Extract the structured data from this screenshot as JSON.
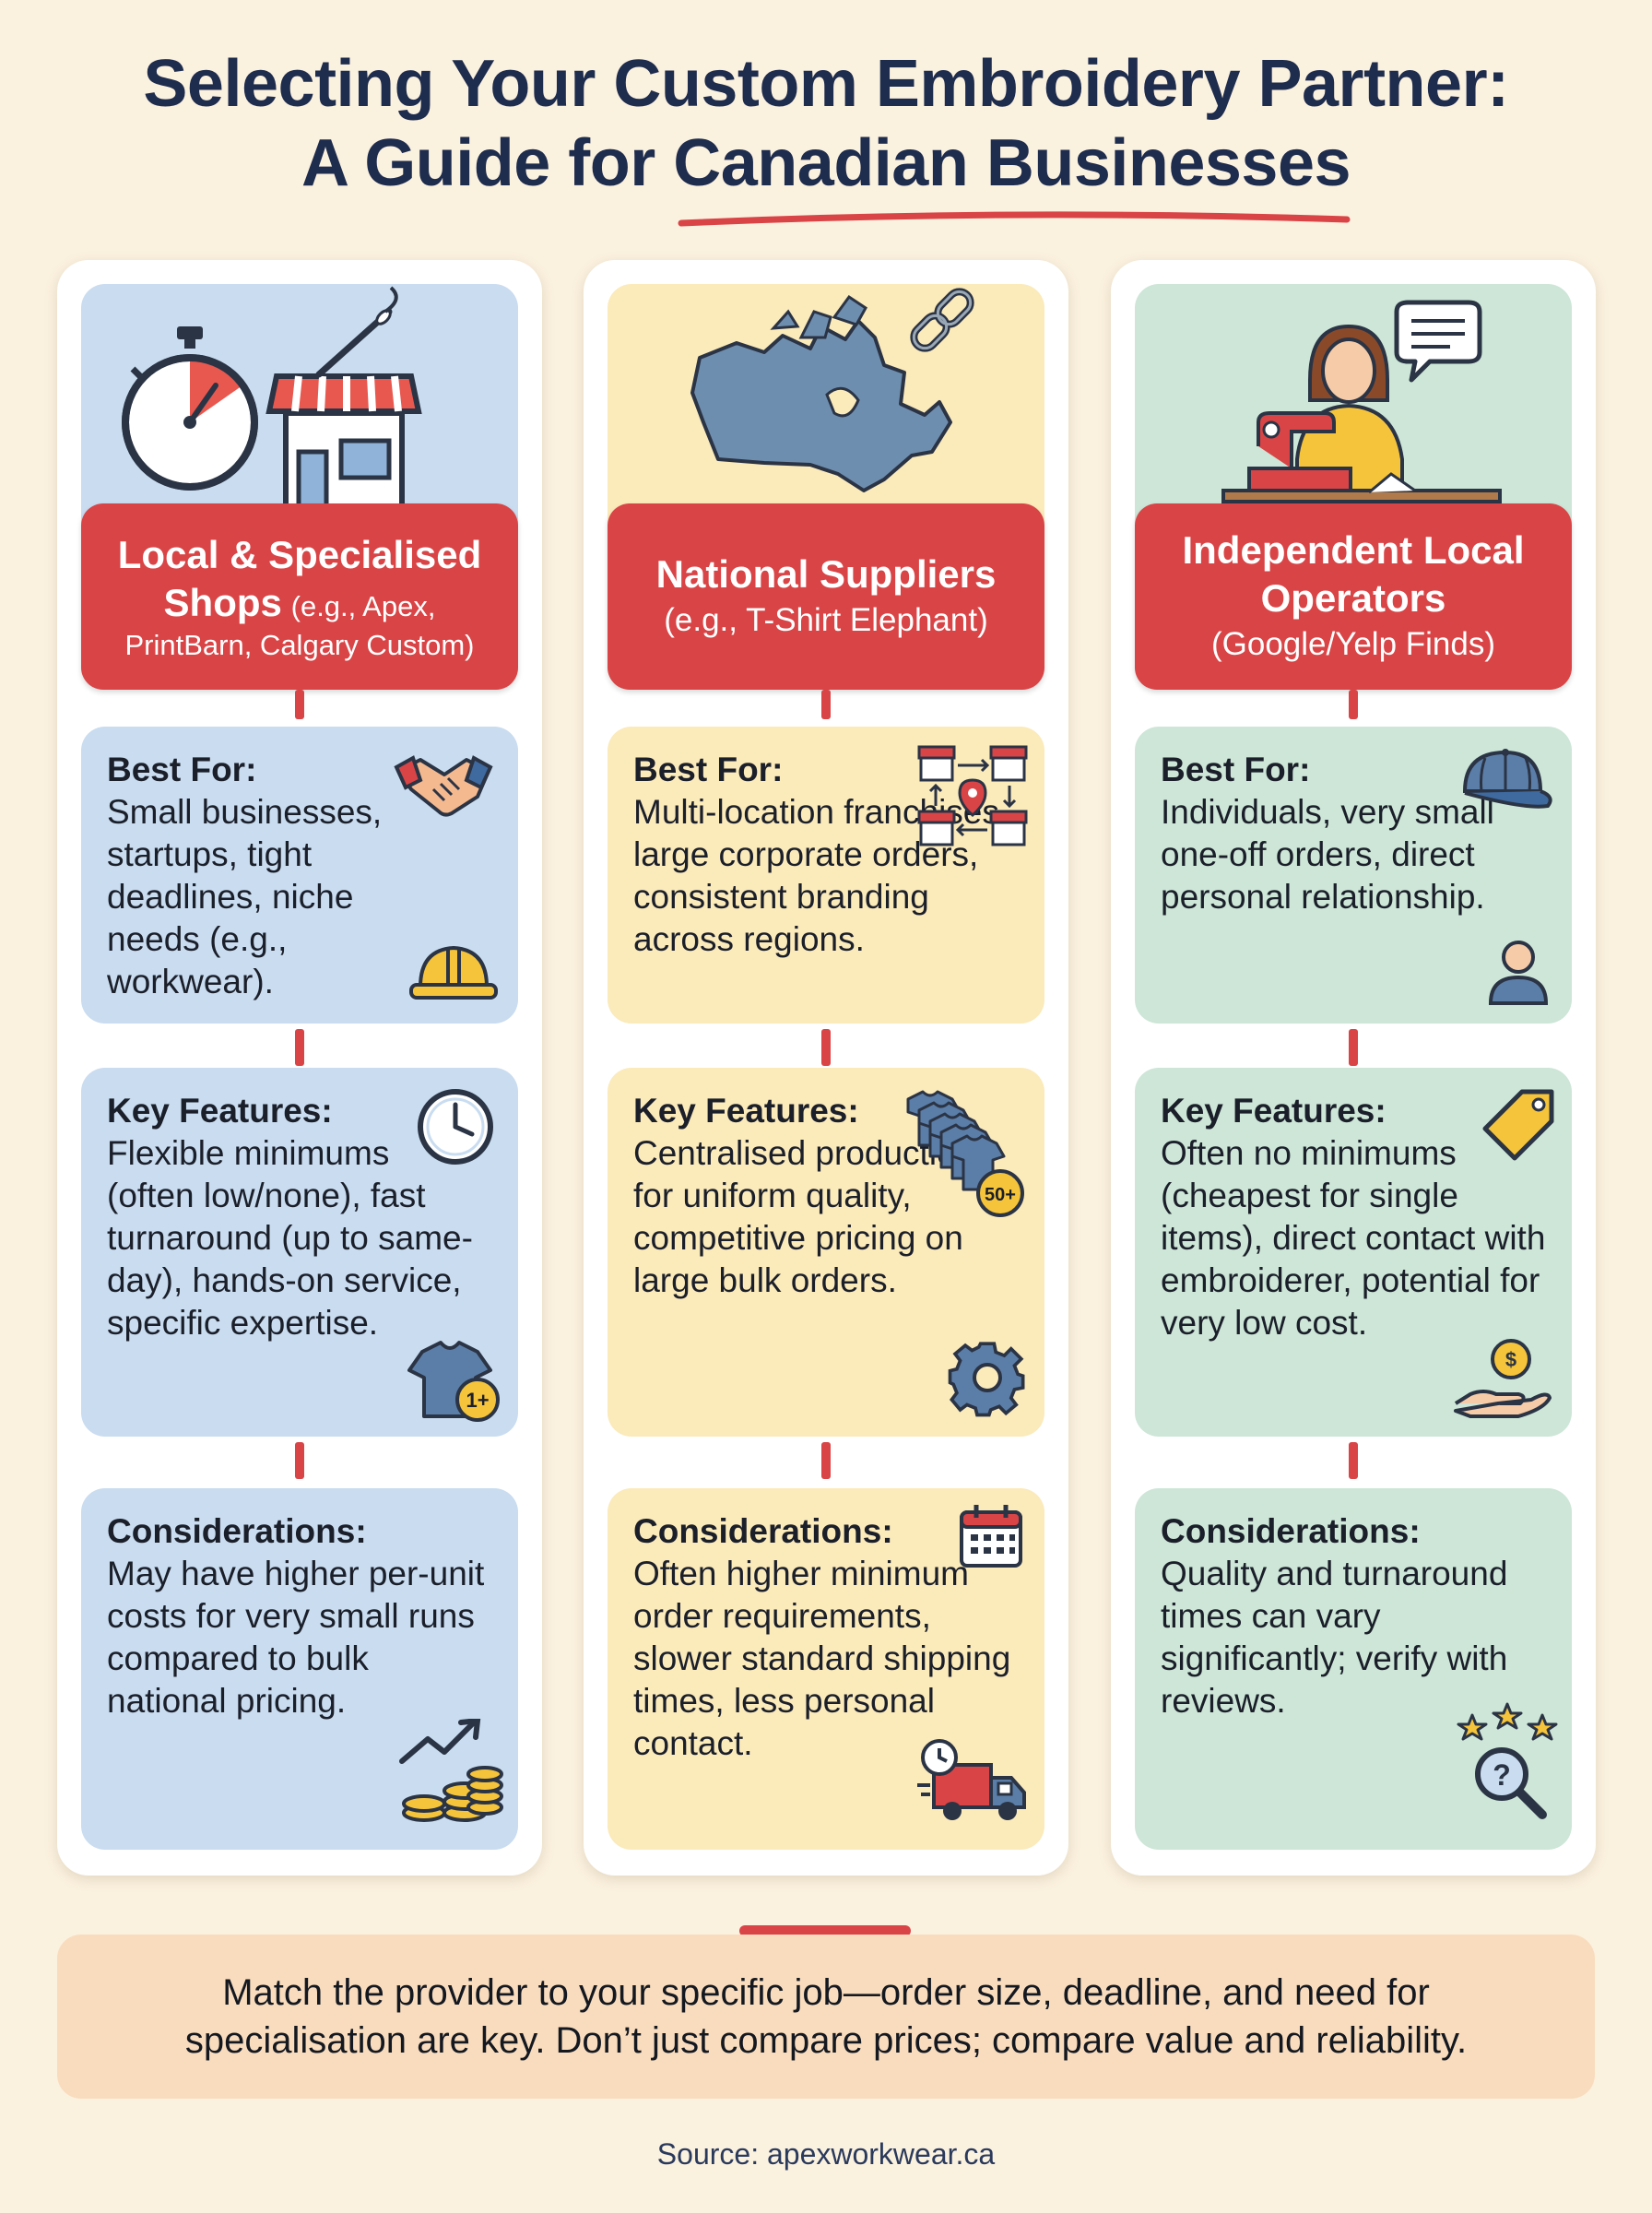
{
  "title": {
    "line1": "Selecting Your Custom Embroidery Partner:",
    "line2": "A Guide for Canadian Businesses"
  },
  "colors": {
    "red": "#d94446",
    "navy": "#1e2c4d",
    "blue_card": "#c9dcf0",
    "yellow_card": "#fbeaba",
    "green_card": "#cde6d7",
    "footer_bg": "#f9dcbd"
  },
  "columns": [
    {
      "header_main": "Local & Specialised",
      "header_main2": "Shops",
      "header_sub": "(e.g., Apex,",
      "header_sub2": "PrintBarn, Calgary Custom)",
      "hero_icons": [
        "stopwatch-icon",
        "shop-icon",
        "needle-icon"
      ],
      "best_for": {
        "label": "Best For:",
        "text": "Small businesses, startups, tight deadlines, niche needs (e.g., workwear).",
        "icons": [
          "handshake-icon",
          "hard-hat-icon"
        ]
      },
      "key_features": {
        "label": "Key Features:",
        "text": "Flexible minimums (often low/none), fast turnaround (up to same-day), hands-on service, specific expertise.",
        "icons": [
          "clock-icon",
          "tshirt-icon"
        ],
        "badge": "1+"
      },
      "considerations": {
        "label": "Considerations:",
        "text": "May have higher per-unit costs for very small runs compared to bulk national pricing.",
        "icons": [
          "coins-trend-icon"
        ]
      }
    },
    {
      "header_main": "National Suppliers",
      "header_sub": "(e.g., T-Shirt Elephant)",
      "hero_icons": [
        "canada-map-icon",
        "chain-link-icon"
      ],
      "best_for": {
        "label": "Best For:",
        "text": "Multi-location franchises, large corporate orders, consistent branding across regions.",
        "icons": [
          "store-network-icon"
        ]
      },
      "key_features": {
        "label": "Key Features:",
        "text": "Centralised production for uniform quality, competitive pricing on large bulk orders.",
        "icons": [
          "tshirt-stack-icon",
          "gear-icon"
        ],
        "badge": "50+"
      },
      "considerations": {
        "label": "Considerations:",
        "text": "Often higher minimum order requirements, slower standard shipping times, less personal contact.",
        "icons": [
          "calendar-icon",
          "delivery-truck-icon"
        ]
      }
    },
    {
      "header_main": "Independent Local",
      "header_main2": "Operators",
      "header_sub": "(Google/Yelp Finds)",
      "hero_icons": [
        "sewing-woman-icon",
        "chat-bubble-icon"
      ],
      "best_for": {
        "label": "Best For:",
        "text": "Individuals, very small one-off orders, direct personal relationship.",
        "icons": [
          "cap-icon",
          "person-icon"
        ]
      },
      "key_features": {
        "label": "Key Features:",
        "text": "Often no minimums (cheapest for single items), direct contact with embroiderer, potential for very low cost.",
        "icons": [
          "price-tag-icon",
          "money-hand-icon"
        ]
      },
      "considerations": {
        "label": "Considerations:",
        "text": "Quality and turnaround times can vary significantly; verify with reviews.",
        "icons": [
          "stars-magnifier-icon"
        ]
      }
    }
  ],
  "footer": {
    "line1": "Match the provider to your specific job—order size, deadline, and need for",
    "line2": "specialisation are key. Don’t just compare prices; compare value and reliability."
  },
  "source": "Source: apexworkwear.ca"
}
